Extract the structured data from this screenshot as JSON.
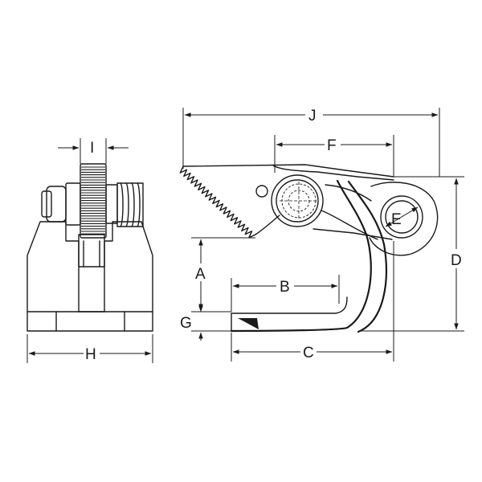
{
  "dimension_labels": {
    "a": "A",
    "b": "B",
    "c": "C",
    "d": "D",
    "e": "E",
    "f": "F",
    "g": "G",
    "h": "H",
    "i": "I",
    "j": "J"
  },
  "colors": {
    "line": "#1a1a1a",
    "background": "#ffffff"
  }
}
